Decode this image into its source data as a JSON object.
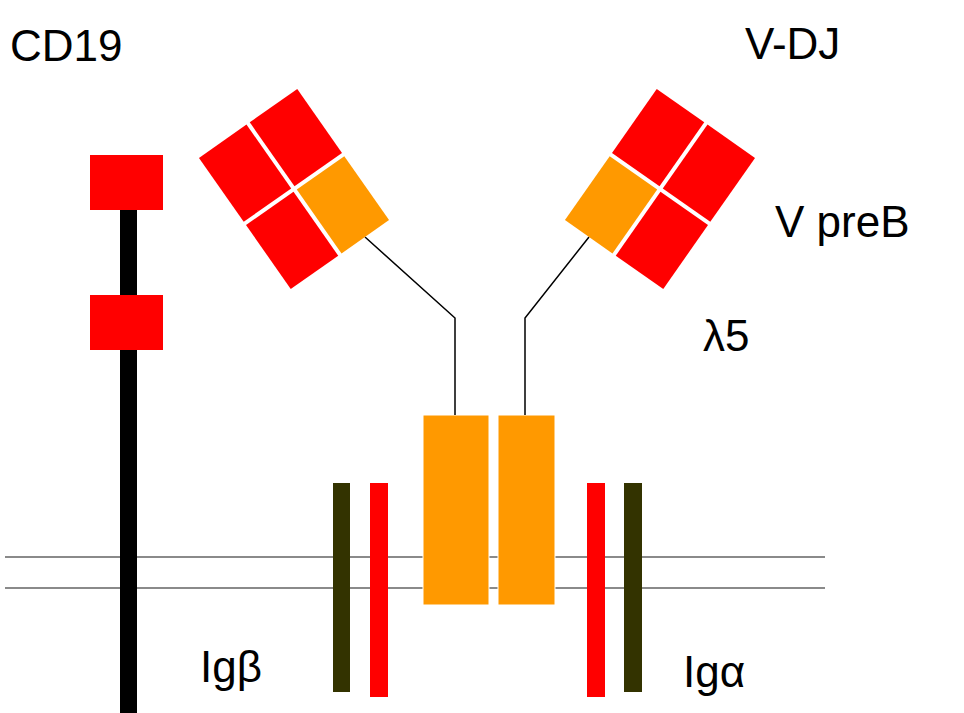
{
  "diagram": {
    "labels": [
      "CD19",
      "V-DJ",
      "V preB",
      "λ5",
      "Igβ",
      "Igα"
    ]
  }
}
